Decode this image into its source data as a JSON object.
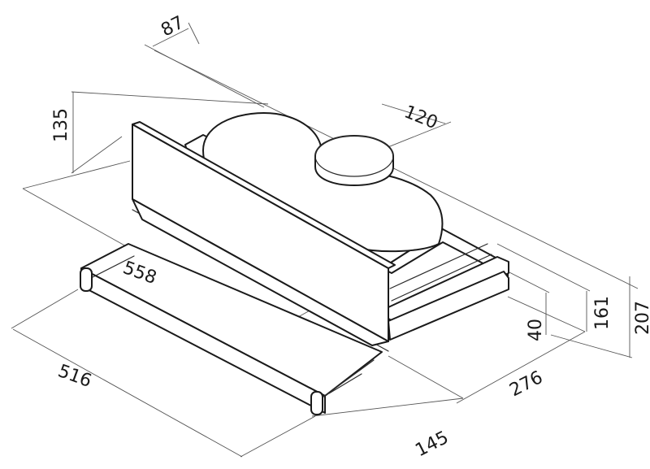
{
  "dimensions": {
    "d87": "87",
    "d120": "120",
    "d135": "135",
    "d558": "558",
    "d516": "516",
    "d145": "145",
    "d276": "276",
    "d40": "40",
    "d161": "161",
    "d207": "207"
  },
  "colors": {
    "line": "#1a1a1a",
    "dimension": "#555555",
    "background": "#ffffff"
  }
}
